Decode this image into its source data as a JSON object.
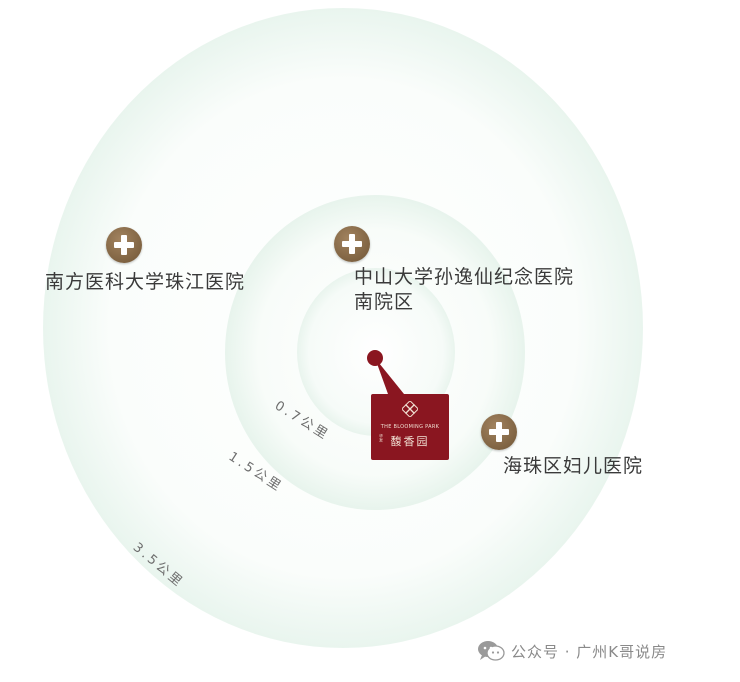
{
  "map": {
    "rings": [
      {
        "label": "0.7公里"
      },
      {
        "label": "1.5公里"
      },
      {
        "label": "3.5公里"
      }
    ],
    "hospitals": [
      {
        "line1": "南方医科大学珠江医院",
        "line2": ""
      },
      {
        "line1": "中山大学孙逸仙纪念医院",
        "line2": "南院区"
      },
      {
        "line1": "海珠区妇儿医院",
        "line2": ""
      }
    ],
    "project": {
      "name_en": "THE BLOOMING PARK",
      "name_cn": "馥香园",
      "name_cn_small": "华发"
    }
  },
  "watermark": {
    "text": "公众号 · 广州K哥说房"
  },
  "colors": {
    "ring_green": "#bfe0cd",
    "pin_brown": "#7f6342",
    "project_red": "#8a1620",
    "label_text": "#3a3a3a"
  },
  "icons": {
    "hospital_pin": "hospital-cross-icon",
    "wechat": "wechat-icon",
    "project_logo": "flower-logo-icon"
  }
}
